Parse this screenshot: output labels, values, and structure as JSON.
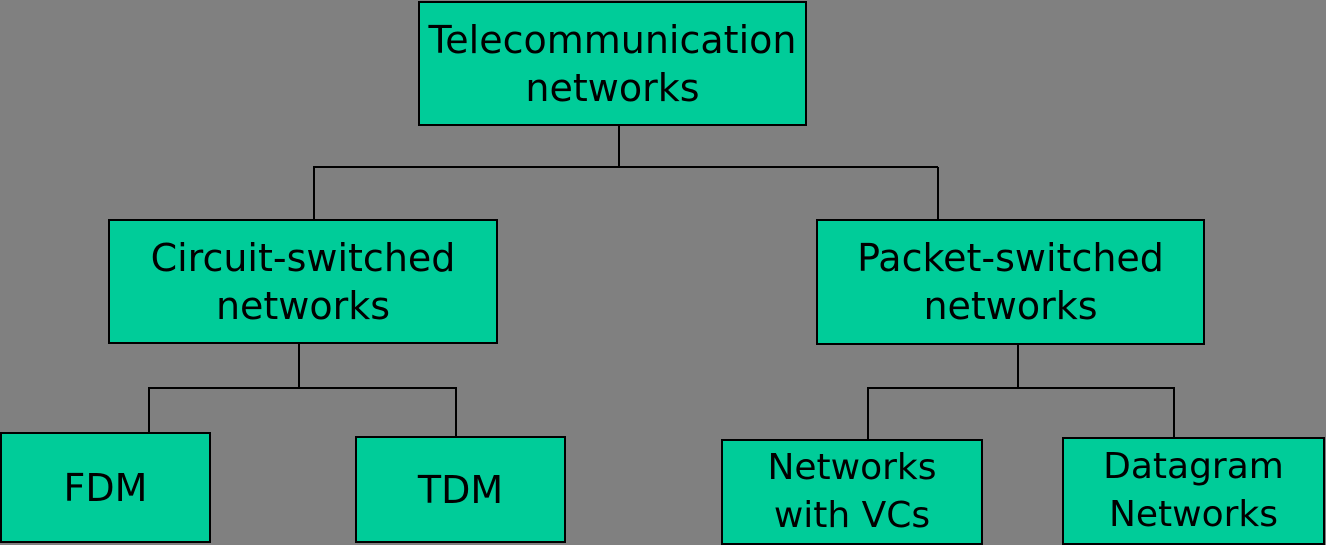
{
  "diagram": {
    "root": {
      "label": "Telecommunication\nnetworks"
    },
    "circuit": {
      "label": "Circuit-switched\nnetworks"
    },
    "packet": {
      "label": "Packet-switched\nnetworks"
    },
    "fdm": {
      "label": "FDM"
    },
    "tdm": {
      "label": "TDM"
    },
    "vc": {
      "label": "Networks\nwith VCs"
    },
    "datagram": {
      "label": "Datagram\nNetworks"
    }
  },
  "colors": {
    "background": "#808080",
    "box_fill": "#00CC99",
    "stroke": "#000000"
  }
}
